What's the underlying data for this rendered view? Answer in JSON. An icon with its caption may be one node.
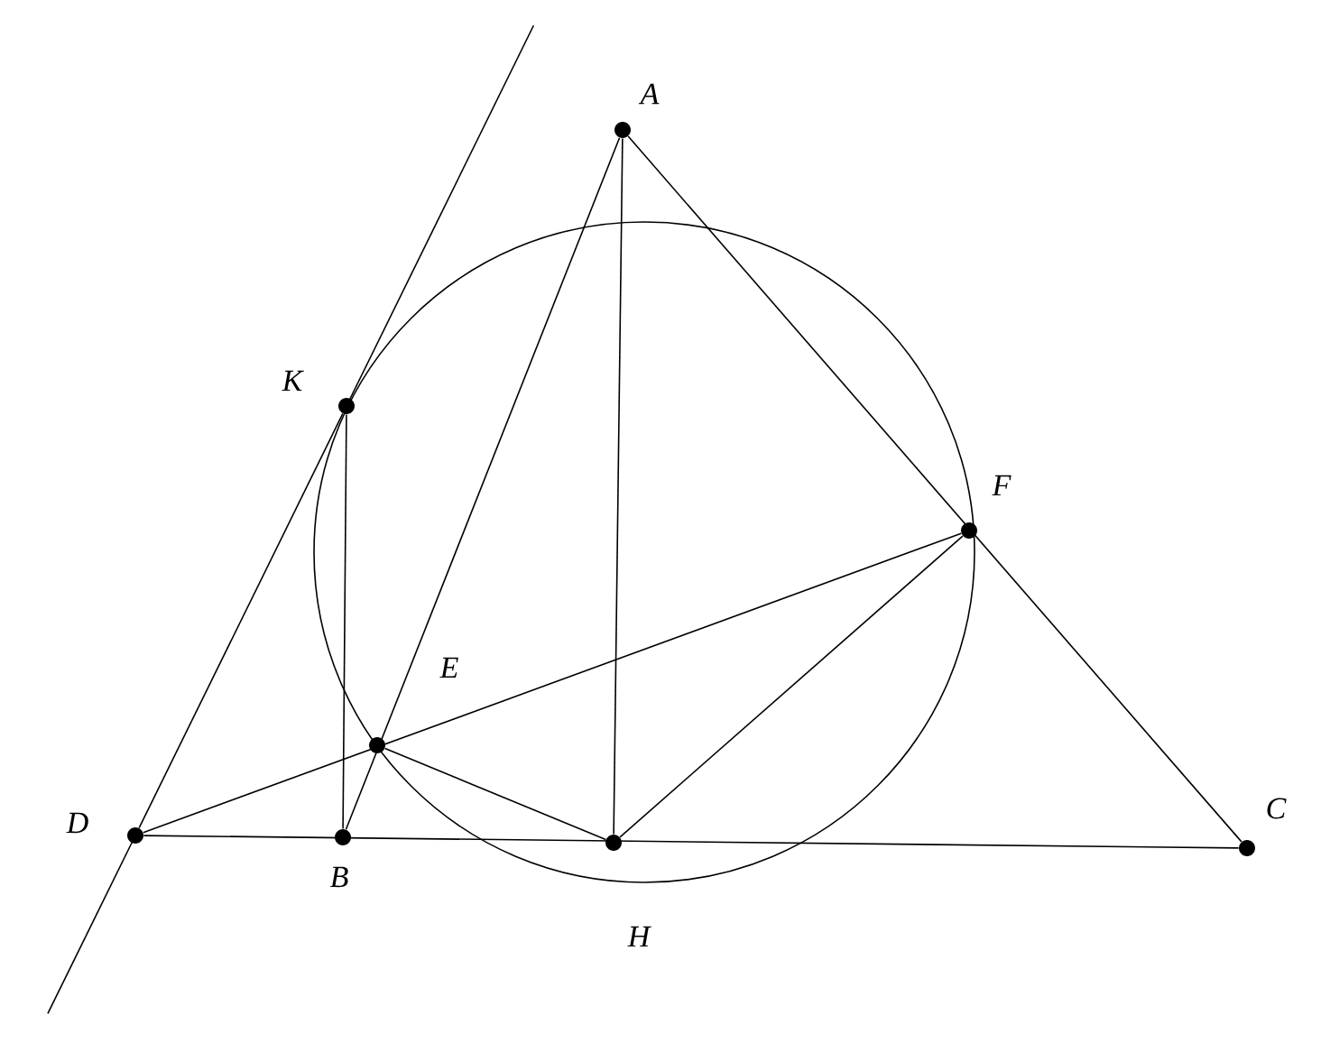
{
  "diagram": {
    "nodes": [
      {
        "text": [
          "A"
        ]
      },
      {
        "text": [
          "B"
        ]
      },
      {
        "text": [
          "C"
        ]
      },
      {
        "text": [
          "D"
        ]
      },
      {
        "text": [
          "E"
        ]
      },
      {
        "text": [
          "F"
        ]
      },
      {
        "text": [
          "H"
        ]
      },
      {
        "text": [
          "K"
        ]
      }
    ],
    "edges": [
      {
        "from": 0,
        "to": 1,
        "arrow": "none"
      },
      {
        "from": 0,
        "to": 6,
        "arrow": "none"
      },
      {
        "from": 0,
        "to": 2,
        "arrow": "none"
      },
      {
        "from": 3,
        "to": 2,
        "arrow": "none"
      },
      {
        "from": 3,
        "to": 5,
        "arrow": "none"
      },
      {
        "from": 7,
        "to": 1,
        "arrow": "none"
      },
      {
        "from": 4,
        "to": 6,
        "arrow": "none"
      },
      {
        "from": 6,
        "to": 5,
        "arrow": "none"
      },
      {
        "from": 3,
        "to": 7,
        "arrow": "none"
      }
    ]
  }
}
